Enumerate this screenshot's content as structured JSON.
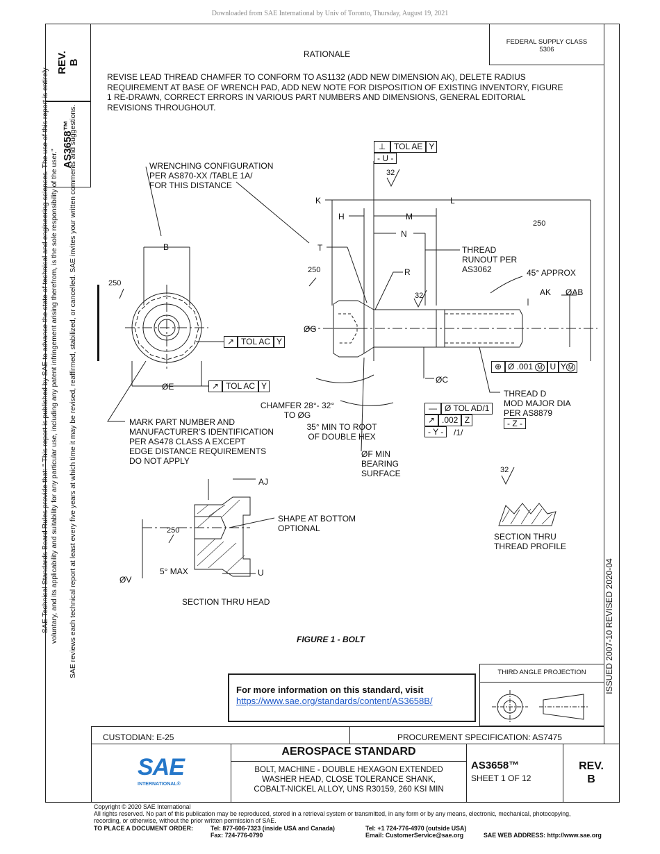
{
  "header": {
    "download_notice": "Downloaded from SAE International by Univ of Toronto, Thursday, August 19, 2021"
  },
  "left_strip": {
    "rev_label": "REV.",
    "rev_value": "B",
    "doc_number": "AS3658™",
    "disclaimer_line1": "SAE Technical Standards Board Rules provide that: \" This report is published by SAE to advance the state of technical and engineering sciences. The use of this report is entirely",
    "disclaimer_line2": "voluntary, and its applicability and suitability for any particular use, including any patent infringement arising therefrom, is the sole responsibility of the user.\"",
    "disclaimer_line3": "SAE reviews each technical report at least every five years at which time it may be revised, reaffirmed, stabilized, or cancelled. SAE invites your written comments and suggestions."
  },
  "right_strip": {
    "dates": "ISSUED 2007-10     REVISED 2020-04"
  },
  "supply_class": {
    "line1": "FEDERAL SUPPLY CLASS",
    "line2": "5306"
  },
  "rationale": {
    "title": "RATIONALE",
    "lines": [
      "REVISE LEAD THREAD CHAMFER TO CONFORM TO AS1132 (ADD NEW DIMENSION AK), DELETE RADIUS",
      "REQUIREMENT AT BASE OF WRENCH PAD, ADD NEW NOTE FOR DISPOSITION OF EXISTING INVENTORY, FIGURE",
      "1 RE-DRAWN, CORRECT ERRORS IN VARIOUS PART NUMBERS AND DIMENSIONS, GENERAL EDITORIAL",
      "REVISIONS THROUGHOUT."
    ]
  },
  "drawing": {
    "wrenching": [
      "WRENCHING CONFIGURATION",
      "PER AS870-XX /TABLE 1A/",
      "FOR THIS DISTANCE"
    ],
    "tol_ae": "TOL AE",
    "datum_y": "Y",
    "datum_u": "- U -",
    "finish_32": "32",
    "finish_250": "250",
    "dim_k": "K",
    "dim_l": "L",
    "dim_h": "H",
    "dim_m": "M",
    "dim_n": "N",
    "dim_t": "T",
    "dim_r": "R",
    "dim_b": "B",
    "dim_g": "ØG",
    "dim_e": "ØE",
    "dim_c": "ØC",
    "dim_ak": "AK",
    "dim_ab": "ØAB",
    "dim_aj": "AJ",
    "dim_u": "U",
    "dim_v": "ØV",
    "thread_runout": [
      "THREAD",
      "RUNOUT PER",
      "AS3062"
    ],
    "approx45": "45° APPROX",
    "tol_ac": "TOL AC",
    "fcf_position": "Ø .001",
    "fcf_m": "M",
    "fcf_u": "U",
    "fcf_y": "Y",
    "thread_d": [
      "THREAD D",
      "MOD MAJOR DIA",
      "PER AS8879"
    ],
    "datum_z": "- Z -",
    "tol_ad": "Ø TOL AD/1",
    "tol_002": ".002",
    "tol_z": "Z",
    "datum_y_box": "- Y -",
    "ratio_1": "/1/",
    "chamfer": [
      "CHAMFER 28°- 32°",
      "TO ØG"
    ],
    "min_root": [
      "35° MIN TO ROOT",
      "OF DOUBLE HEX"
    ],
    "bearing": [
      "ØF MIN",
      "BEARING",
      "SURFACE"
    ],
    "mark_part": [
      "MARK PART NUMBER AND",
      "MANUFACTURER'S IDENTIFICATION",
      "PER AS478 CLASS A EXCEPT",
      "EDGE DISTANCE REQUIREMENTS",
      "DO NOT APPLY"
    ],
    "shape_bottom": [
      "SHAPE AT BOTTOM",
      "OPTIONAL"
    ],
    "max5": "5° MAX",
    "section_head": "SECTION THRU HEAD",
    "section_thread": [
      "SECTION THRU",
      "THREAD PROFILE"
    ],
    "figure_caption": "FIGURE 1 - BOLT"
  },
  "info_box": {
    "text": "For more information on this standard, visit",
    "url": "https://www.sae.org/standards/content/AS3658B/"
  },
  "projection": {
    "label": "THIRD ANGLE PROJECTION"
  },
  "title_block": {
    "custodian": "CUSTODIAN: E-25",
    "procurement": "PROCUREMENT SPECIFICATION: AS7475",
    "logo": "SAE",
    "logo_sub": "INTERNATIONAL®",
    "standard_title": "AEROSPACE STANDARD",
    "desc_lines": [
      "BOLT, MACHINE - DOUBLE HEXAGON EXTENDED",
      "WASHER HEAD, CLOSE TOLERANCE SHANK,",
      "COBALT-NICKEL ALLOY, UNS R30159, 260 KSI MIN"
    ],
    "doc_number": "AS3658™",
    "sheet": "SHEET 1 OF 12",
    "rev_label": "REV.",
    "rev_value": "B"
  },
  "footer": {
    "copyright": "Copyright © 2020 SAE International",
    "rights1": "All rights reserved. No part of this publication may be reproduced, stored in a retrieval system or transmitted, in any form or by any means, electronic, mechanical, photocopying,",
    "rights2": "recording, or otherwise, without the prior written permission of SAE.",
    "order_label": "TO PLACE A DOCUMENT ORDER:",
    "tel_usa": "Tel: 877-606-7323 (inside USA and Canada)",
    "fax": "Fax: 724-776-0790",
    "tel_out": "Tel: +1 724-776-4970 (outside USA)",
    "email": "Email: CustomerService@sae.org",
    "web": "SAE WEB ADDRESS: http://www.sae.org"
  }
}
